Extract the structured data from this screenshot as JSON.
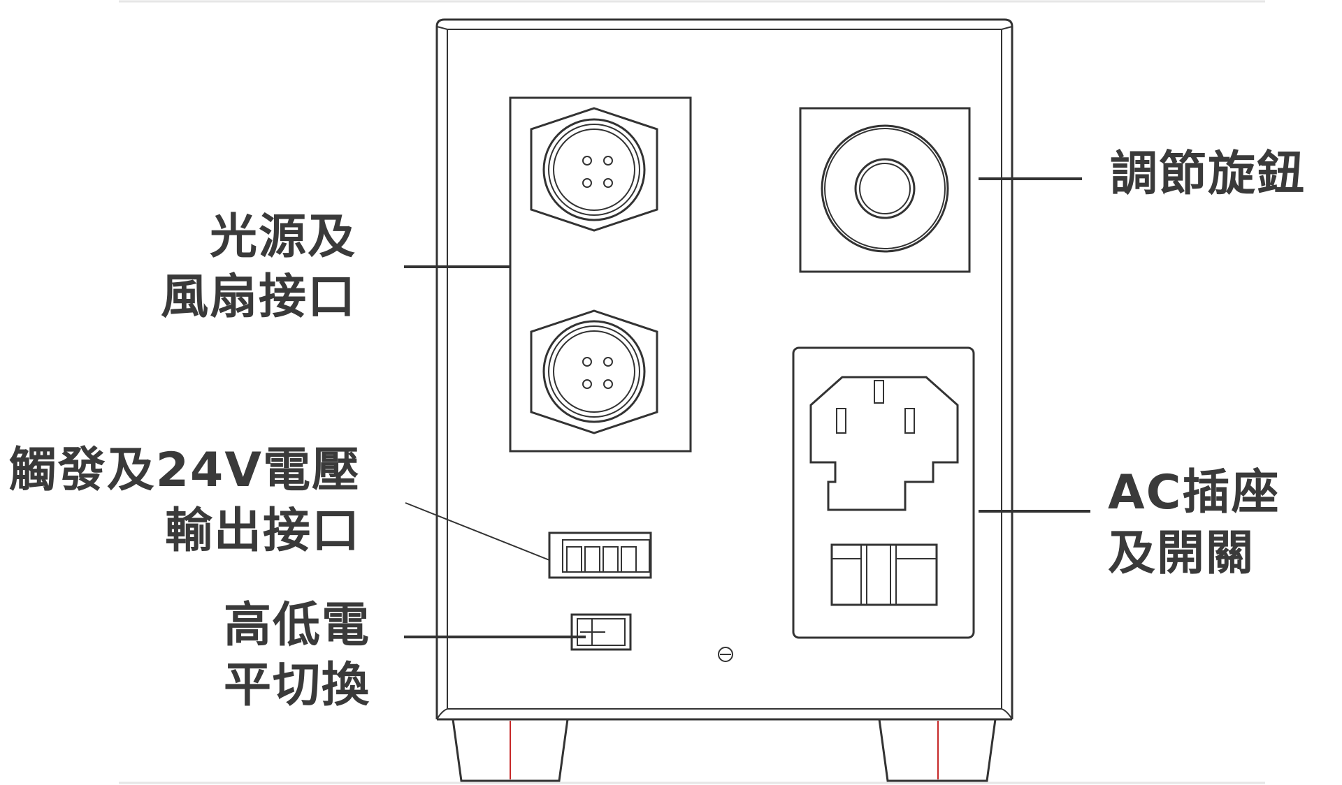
{
  "labels": {
    "light_fan_port": [
      "光源及",
      "風扇接口"
    ],
    "trigger_24v_port": [
      "觸發及24V電壓",
      "輸出接口"
    ],
    "level_switch": [
      "高低電",
      "平切換"
    ],
    "adjust_knob": [
      "調節旋鈕"
    ],
    "ac_socket_switch": [
      "AC插座",
      "及開關"
    ]
  },
  "colors": {
    "line": "#333333",
    "text": "#3a3a3a",
    "foot_mark": "#c62828",
    "background": "#ffffff"
  }
}
